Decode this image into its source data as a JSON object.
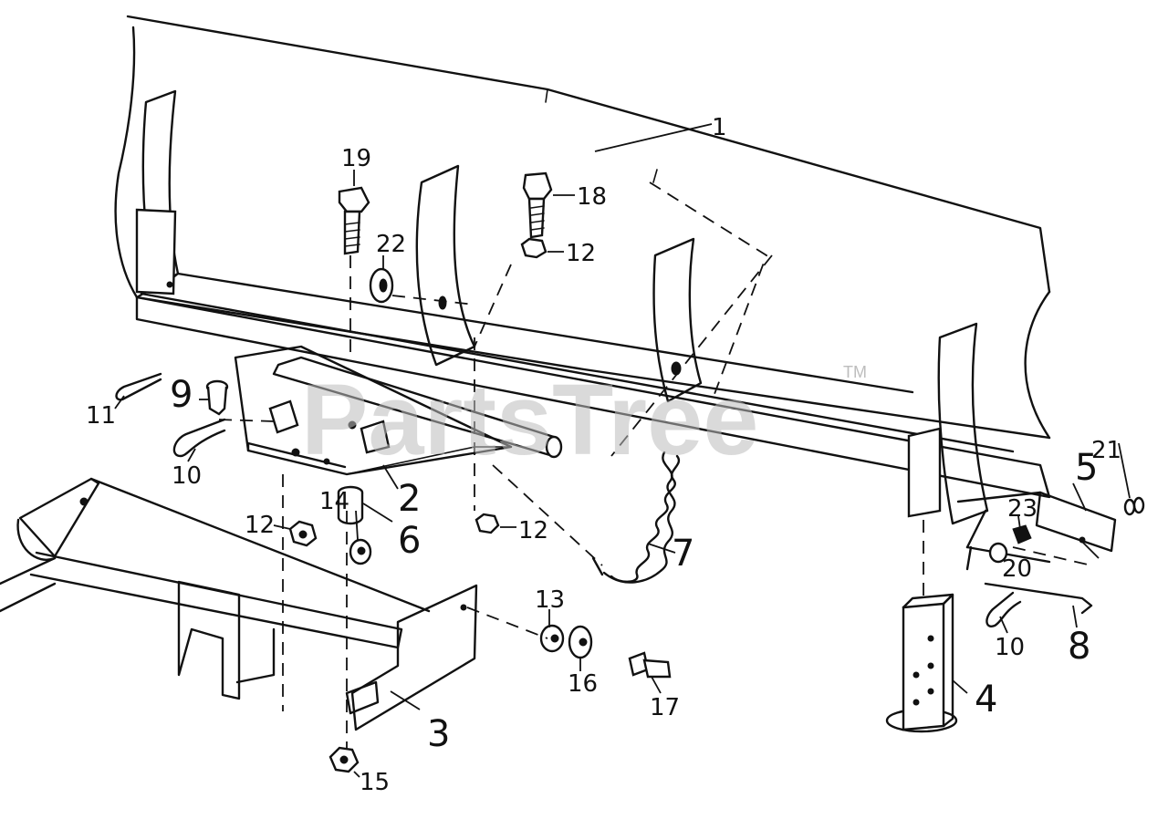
{
  "watermark": {
    "text": "PartsTree",
    "trademark": "TM"
  },
  "callouts": {
    "c1": "1",
    "c2": "2",
    "c3": "3",
    "c4": "4",
    "c5": "5",
    "c6": "6",
    "c7": "7",
    "c8": "8",
    "c9": "9",
    "c10a": "10",
    "c10b": "10",
    "c11": "11",
    "c12a": "12",
    "c12b": "12",
    "c12c": "12",
    "c13": "13",
    "c14": "14",
    "c15": "15",
    "c16": "16",
    "c17": "17",
    "c18": "18",
    "c19": "19",
    "c20": "20",
    "c21": "21",
    "c22": "22",
    "c23": "23"
  }
}
